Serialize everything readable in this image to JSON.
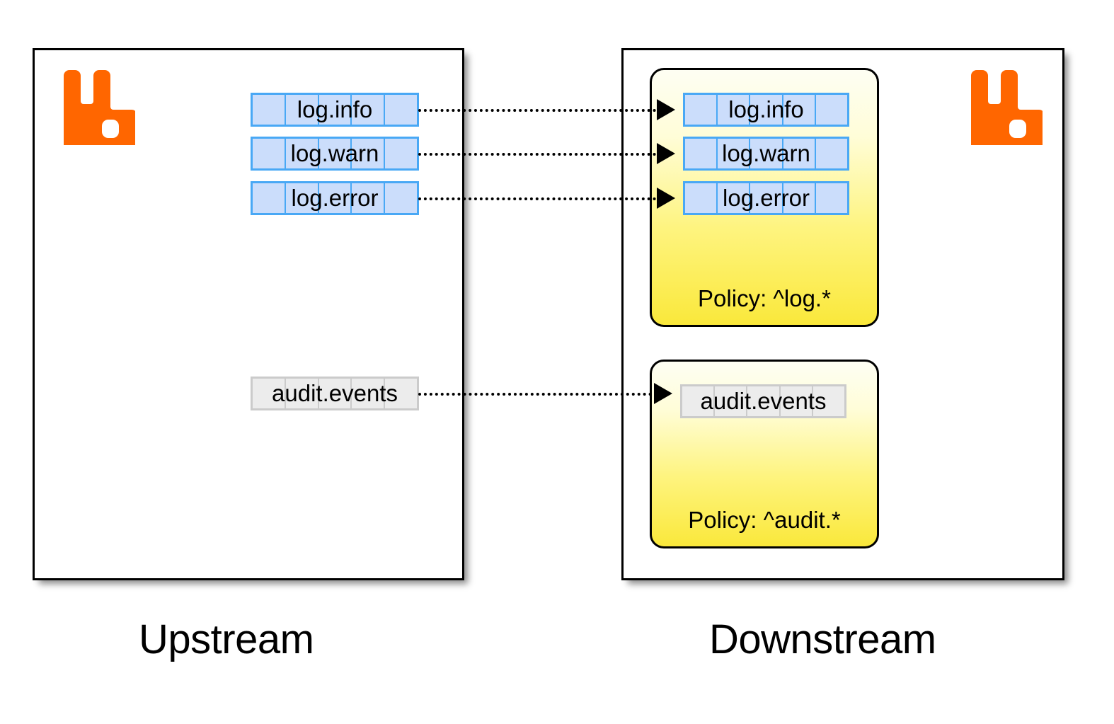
{
  "diagram": {
    "title": "RabbitMQ federation / shovel policy diagram",
    "colors": {
      "rabbit_orange": "#FF6600",
      "queue_blue_fill": "#CBDDFB",
      "queue_blue_border": "#49A8F5",
      "queue_gray_fill": "#ECECEC",
      "queue_gray_border": "#CBCBCB",
      "policy_yellow_bottom": "#FAE83B",
      "policy_yellow_top": "#FEFEF3",
      "border_black": "#000000"
    }
  },
  "upstream": {
    "caption": "Upstream",
    "logo_name": "rabbitmq-logo",
    "queues": [
      {
        "name": "log.info",
        "style": "blue",
        "cells": 5
      },
      {
        "name": "log.warn",
        "style": "blue",
        "cells": 5
      },
      {
        "name": "log.error",
        "style": "blue",
        "cells": 5
      },
      {
        "name": "audit.events",
        "style": "gray",
        "cells": 5
      }
    ]
  },
  "downstream": {
    "caption": "Downstream",
    "logo_name": "rabbitmq-logo",
    "policy_groups": [
      {
        "label": "Policy: ^log.*",
        "queues": [
          {
            "name": "log.info",
            "style": "blue",
            "cells": 5
          },
          {
            "name": "log.warn",
            "style": "blue",
            "cells": 5
          },
          {
            "name": "log.error",
            "style": "blue",
            "cells": 5
          }
        ]
      },
      {
        "label": "Policy: ^audit.*",
        "queues": [
          {
            "name": "audit.events",
            "style": "gray",
            "cells": 5
          }
        ]
      }
    ]
  },
  "links": [
    {
      "from": "log.info",
      "to": "log.info",
      "style": "dotted",
      "arrow": "right"
    },
    {
      "from": "log.warn",
      "to": "log.warn",
      "style": "dotted",
      "arrow": "right"
    },
    {
      "from": "log.error",
      "to": "log.error",
      "style": "dotted",
      "arrow": "right"
    },
    {
      "from": "audit.events",
      "to": "audit.events",
      "style": "dotted",
      "arrow": "right"
    }
  ]
}
